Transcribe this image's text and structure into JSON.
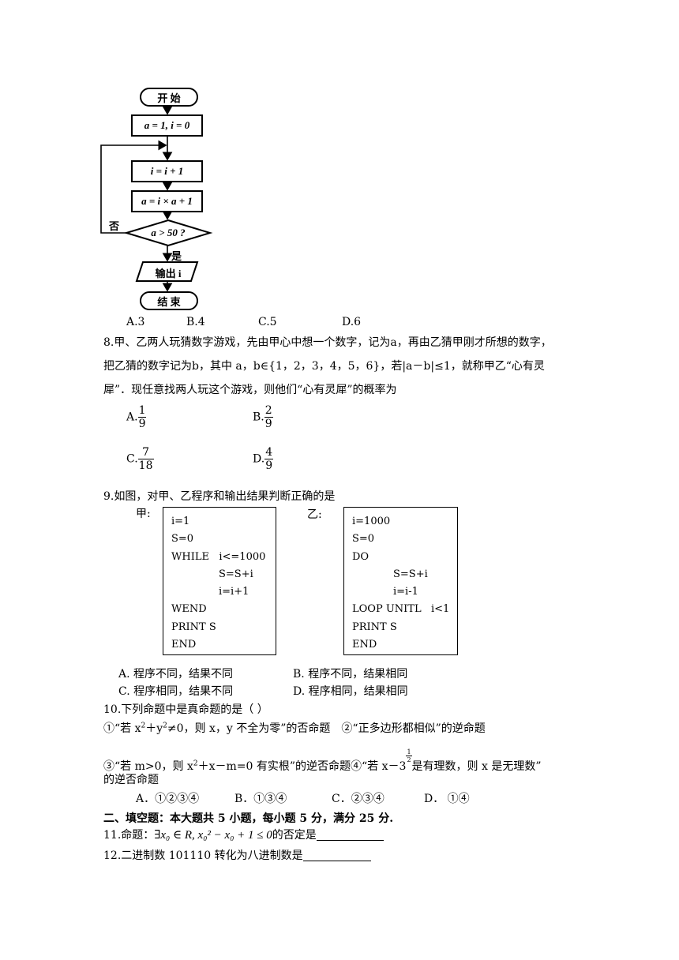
{
  "flowchart": {
    "start": "开 始",
    "init": "a = 1, i = 0",
    "inc": "i = i + 1",
    "update": "a = i × a + 1",
    "condition": "a > 50 ?",
    "no_label": "否",
    "yes_label": "是",
    "output": "输出 i",
    "end": "结 束"
  },
  "q7": {
    "options": [
      "A.3",
      "B.4",
      "C.5",
      "D.6"
    ]
  },
  "q8": {
    "line1": "8.甲、乙两人玩猜数字游戏，先由甲心中想一个数字，记为a，再由乙猜甲刚才所想的数字，",
    "line2": "把乙猜的数字记为b，其中 a，b∈{1，2，3，4，5，6}，若|a－b|≤1，就称甲乙“心有灵",
    "line3": "犀”．现任意找两人玩这个游戏，则他们“心有灵犀”的概率为",
    "options": [
      {
        "label": "A.",
        "num": "1",
        "den": "9"
      },
      {
        "label": "B.",
        "num": "2",
        "den": "9"
      },
      {
        "label": "C.",
        "num": "7",
        "den": "18"
      },
      {
        "label": "D.",
        "num": "4",
        "den": "9"
      }
    ]
  },
  "q9": {
    "stem": "9.如图，对甲、乙程序和输出结果判断正确的是",
    "jia_label": "甲:",
    "yi_label": "乙:",
    "jia_code": [
      "i=1",
      "S=0",
      "WHILE   i<=1000",
      "S=S+i",
      "i=i+1",
      "WEND",
      "PRINT S",
      "END"
    ],
    "yi_code": [
      "i=1000",
      "S=0",
      "DO",
      "S=S+i",
      "i=i-1",
      "LOOP UNITL   i<1",
      "PRINT S",
      "END"
    ],
    "options": [
      "A.  程序不同，结果不同",
      "B.  程序不同，结果相同",
      "C.  程序相同，结果不同",
      "D.  程序相同，结果相同"
    ]
  },
  "q10": {
    "stem": "10.下列命题中是真命题的是（        ）",
    "p1a": "①“若 x",
    "p1b": "＋y",
    "p1c": "≠0，则 x，y 不全为零”的否命题",
    "p2": "②“正多边形都相似”的逆命题",
    "p3a": "③“若 m>0，则 x",
    "p3b": "＋x－m=0 有实根”的逆否命题④“若 x－3",
    "p3c": "是有理数，则 x 是无理数”",
    "exp_num": "1",
    "exp_den": "2",
    "sq": "2",
    "p4": "的逆否命题",
    "options": [
      "A．①②③④",
      "B．①③④",
      "C．②③④",
      "D．  ①④"
    ]
  },
  "section2": "二、填空题：本大题共 5 小题，每小题 5 分，满分 25 分.",
  "q11": {
    "prefix": "11.命题：",
    "math": "∃x₀ ∈ R, x₀² − x₀ + 1 ≤ 0",
    "suffix": "的否定是"
  },
  "q12": {
    "text": "12.二进制数 101110 转化为八进制数是"
  }
}
